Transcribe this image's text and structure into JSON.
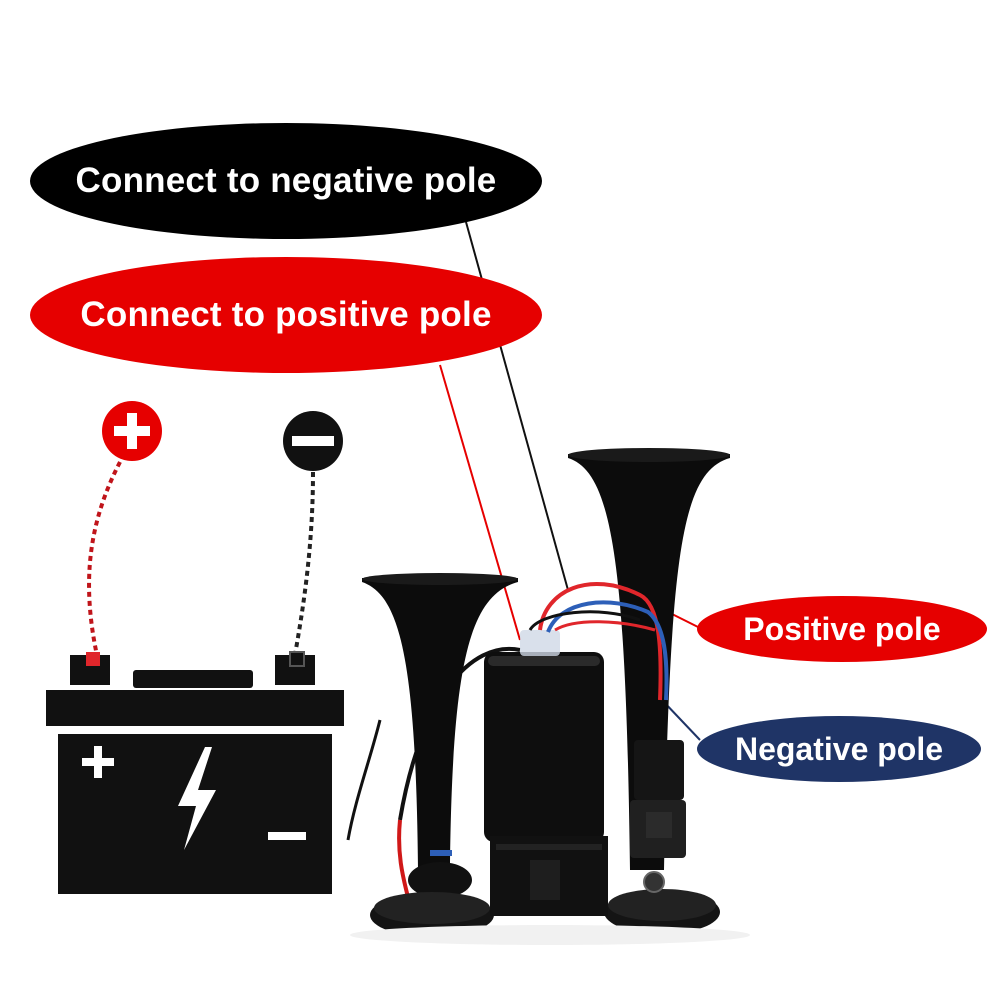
{
  "labels": {
    "connect_negative": "Connect to negative pole",
    "connect_positive": "Connect to positive pole",
    "positive_pole": "Positive pole",
    "negative_pole": "Negative pole"
  },
  "battery": {
    "plus_symbol": "+",
    "minus_symbol": "–"
  },
  "icons": {
    "positive_terminal": "plus-circle-icon",
    "negative_terminal": "minus-circle-icon",
    "battery": "battery-icon",
    "lightning": "lightning-bolt-icon",
    "horn": "air-horn-icon"
  },
  "colors": {
    "negative_label_bg": "#000000",
    "positive_label_bg": "#e60000",
    "negative_small_label_bg": "#1f3466",
    "battery_fill": "#111111",
    "wire_red": "#e0262b",
    "wire_blue": "#2d5fb8",
    "text": "#ffffff"
  }
}
